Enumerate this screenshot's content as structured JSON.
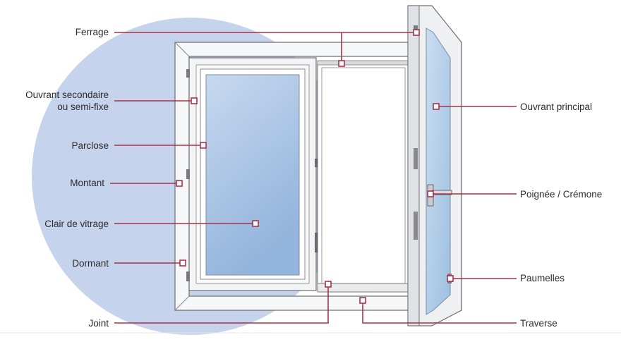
{
  "colors": {
    "leader": "#a8324a",
    "circle": "#c6d3ec",
    "frame_fill": "#f6f7f8",
    "frame_stroke": "#6f6f73",
    "glass": "#a8c3e4",
    "opening": "#ffffff"
  },
  "labels": {
    "ferrage": "Ferrage",
    "ouvrant_secondaire_1": "Ouvrant secondaire",
    "ouvrant_secondaire_2": "ou semi-fixe",
    "parclose": "Parclose",
    "montant": "Montant",
    "clair_de_vitrage": "Clair de vitrage",
    "dormant": "Dormant",
    "joint": "Joint",
    "ouvrant_principal": "Ouvrant principal",
    "poignee_cremone": "Poignée / Crémone",
    "paumelles": "Paumelles",
    "traverse": "Traverse"
  }
}
